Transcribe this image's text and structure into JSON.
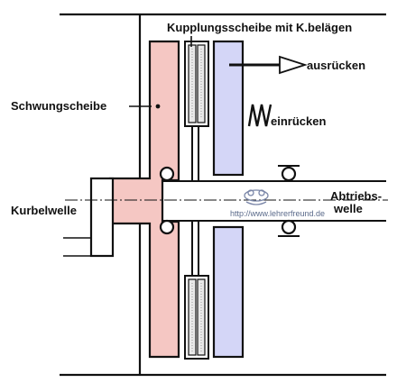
{
  "labels": {
    "clutch_disc": "Kupplungsscheibe mit K.belägen",
    "release": "ausrücken",
    "flywheel": "Schwungscheibe",
    "engage": "einrücken",
    "crankshaft": "Kurbelwelle",
    "output_shaft_1": "Abtriebs-",
    "output_shaft_2": "welle",
    "watermark_url": "http://www.lehrerfreund.de"
  },
  "colors": {
    "flywheel_fill": "#f5c7c3",
    "pressure_plate_fill": "#d4d6f7",
    "lining_fill": "#e8e8e8",
    "line": "#111111"
  }
}
